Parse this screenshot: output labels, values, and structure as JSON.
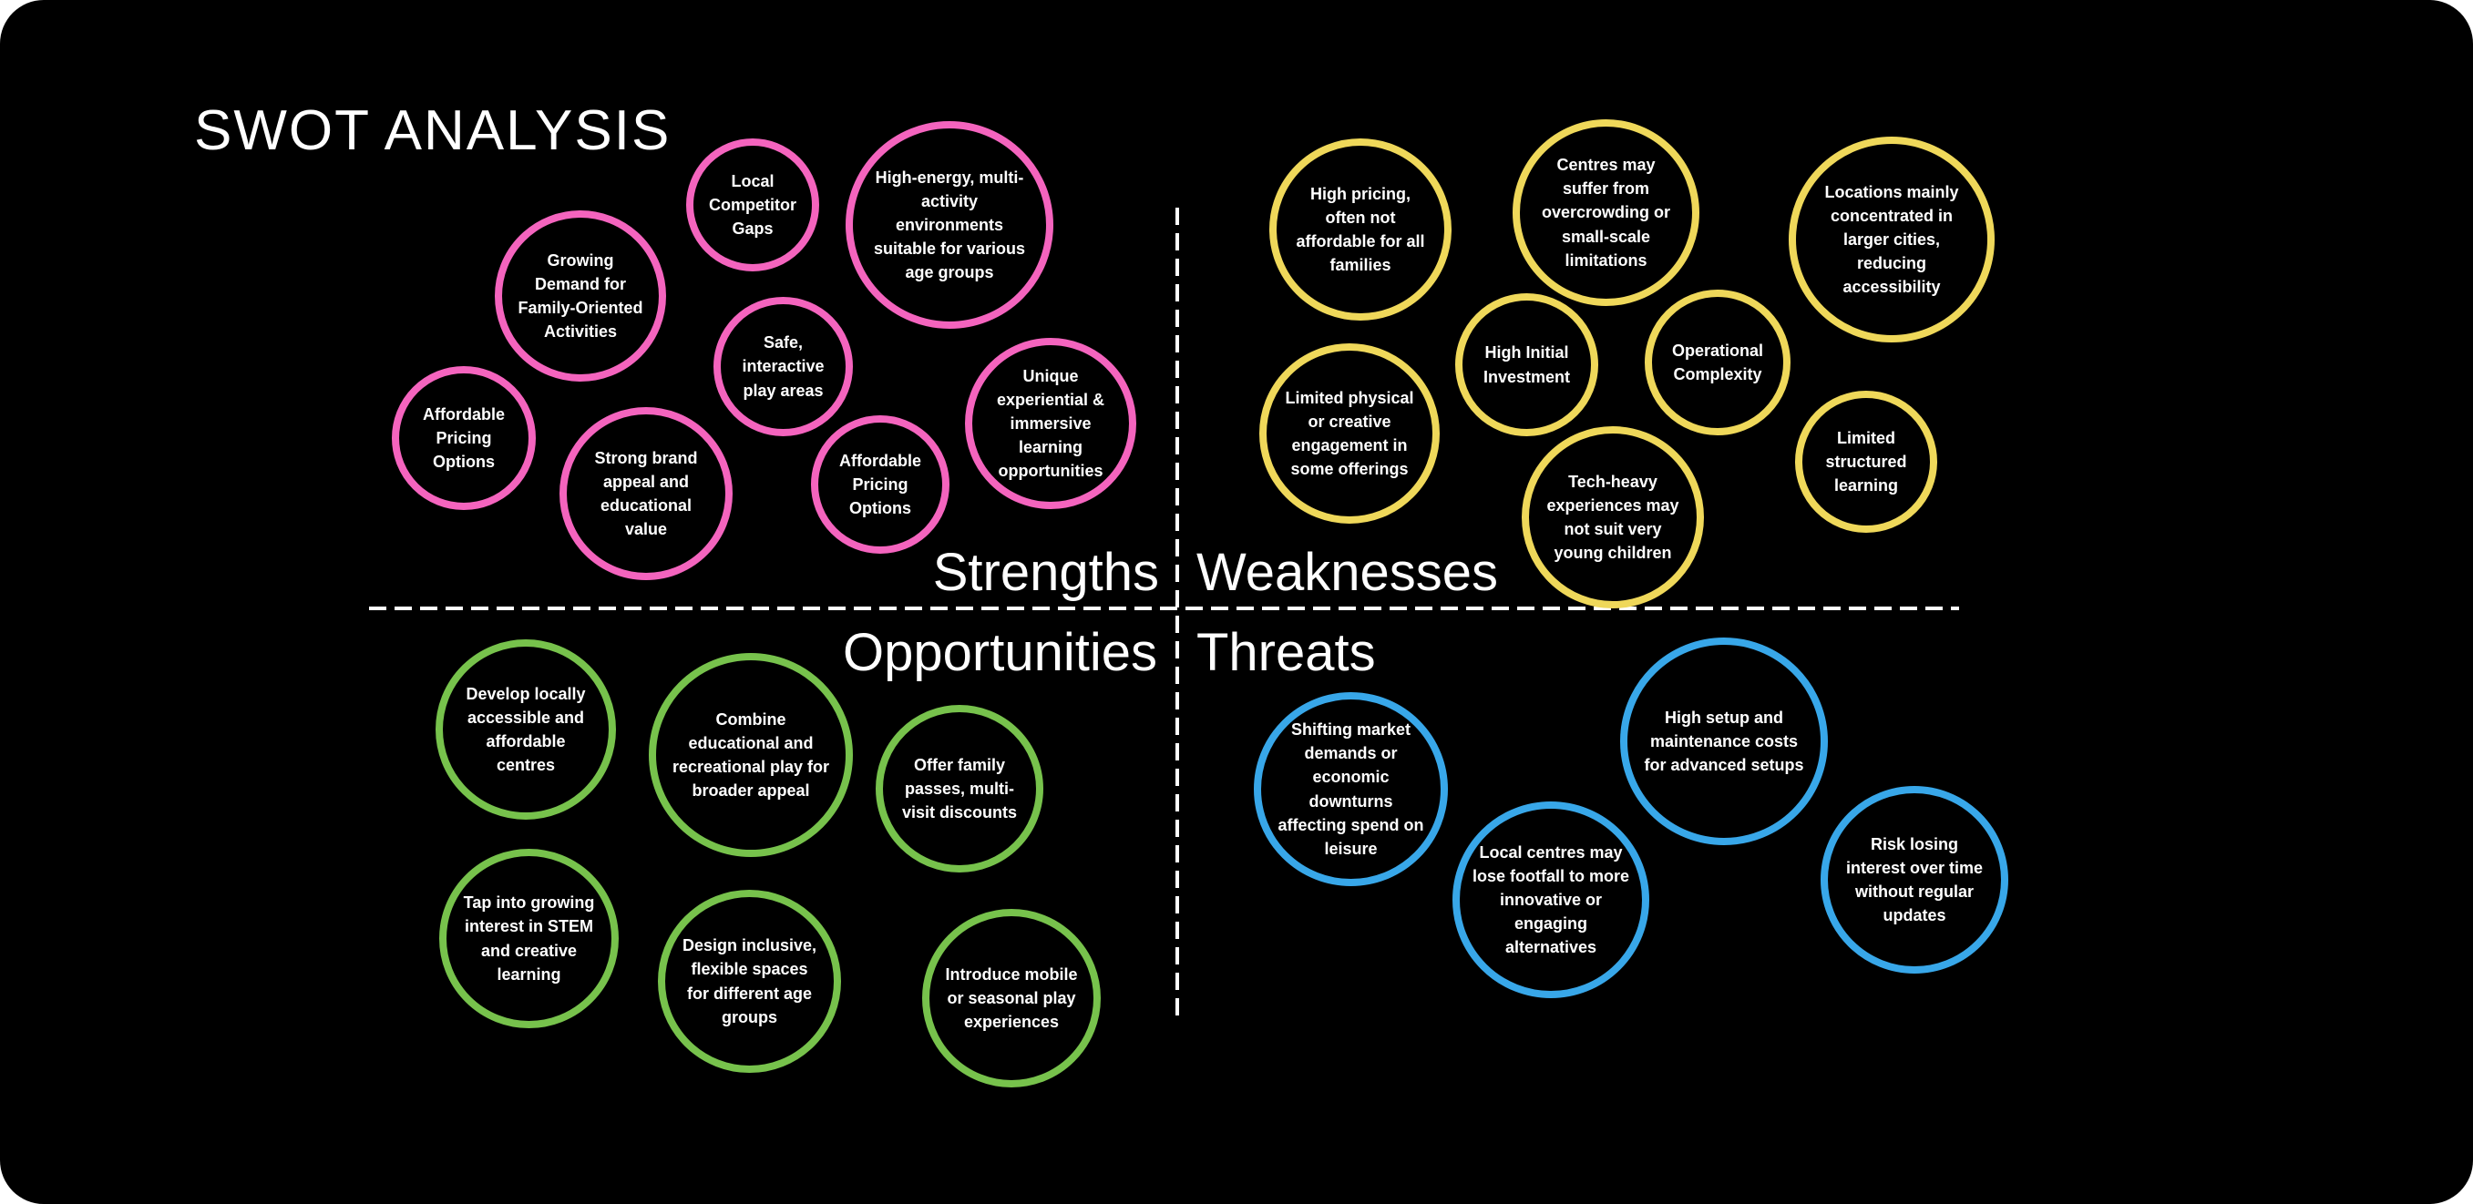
{
  "title": "SWOT ANALYSIS",
  "divider_color": "#FFFFFF",
  "quadrants": {
    "strengths": {
      "label": "Strengths",
      "accent_color": "#F464BE",
      "items": [
        {
          "label": "Local Competitor Gaps"
        },
        {
          "label": "High-energy, multi-activity environments suitable for various age groups"
        },
        {
          "label": "Growing Demand for Family-Oriented Activities"
        },
        {
          "label": "Safe, interactive play areas"
        },
        {
          "label": "Unique experiential & immersive learning opportunities"
        },
        {
          "label": "Affordable Pricing Options"
        },
        {
          "label": "Strong brand appeal and educational value"
        },
        {
          "label": "Affordable Pricing Options"
        }
      ]
    },
    "weaknesses": {
      "label": "Weaknesses",
      "accent_color": "#EFD85A",
      "items": [
        {
          "label": "High pricing, often not affordable for all families"
        },
        {
          "label": "Centres may suffer from overcrowding or small-scale limitations"
        },
        {
          "label": "Locations mainly concentrated in larger cities, reducing accessibility"
        },
        {
          "label": "High Initial Investment"
        },
        {
          "label": "Operational Complexity"
        },
        {
          "label": "Limited physical or creative engagement in some offerings"
        },
        {
          "label": "Tech-heavy experiences may not suit very young children"
        },
        {
          "label": "Limited structured learning"
        }
      ]
    },
    "opportunities": {
      "label": "Opportunities",
      "accent_color": "#77C24C",
      "items": [
        {
          "label": "Develop locally accessible and affordable centres"
        },
        {
          "label": "Combine educational and recreational play for broader appeal"
        },
        {
          "label": "Offer family passes, multi-visit discounts"
        },
        {
          "label": "Tap into growing interest in STEM and creative learning"
        },
        {
          "label": "Design inclusive, flexible spaces for different age groups"
        },
        {
          "label": "Introduce mobile or seasonal play experiences"
        }
      ]
    },
    "threats": {
      "label": "Threats",
      "accent_color": "#38A7E9",
      "items": [
        {
          "label": "Shifting market demands or economic downturns affecting spend on leisure"
        },
        {
          "label": "High setup and maintenance costs for advanced setups"
        },
        {
          "label": "Local centres may lose footfall to more innovative or engaging alternatives"
        },
        {
          "label": "Risk losing interest over time without regular updates"
        }
      ]
    }
  }
}
